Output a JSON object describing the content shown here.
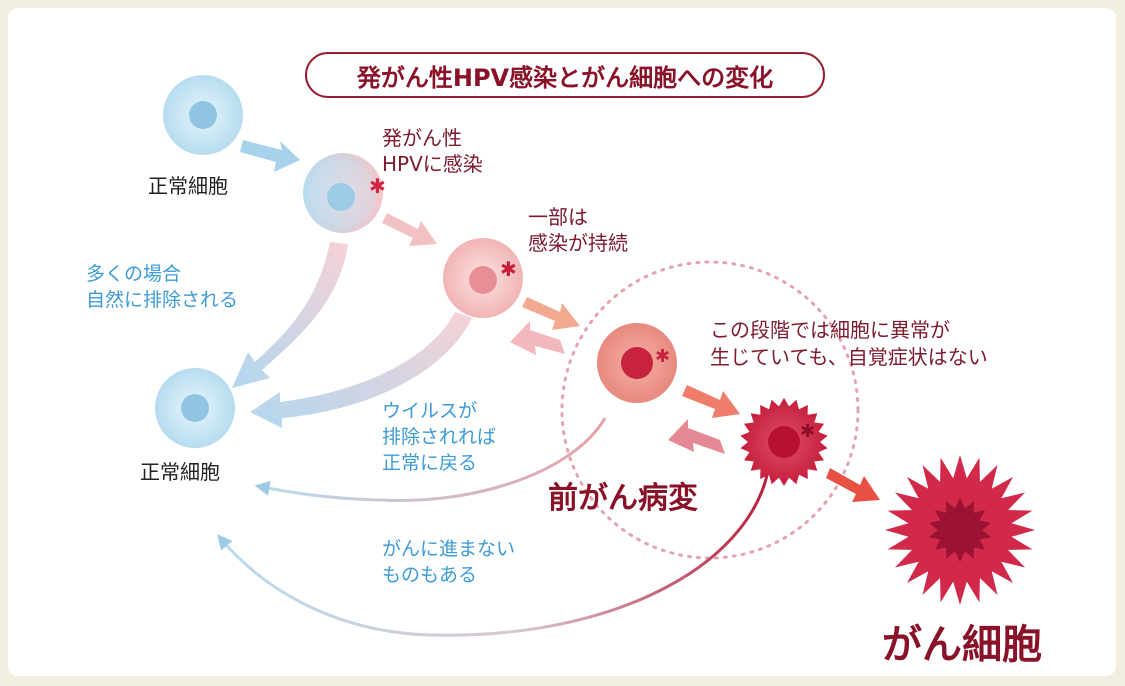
{
  "title": "発がん性HPV感染とがん細胞への変化",
  "labels": {
    "normal_top": "正常細胞",
    "normal_bottom": "正常細胞",
    "infected_line1": "発がん性",
    "infected_line2": "HPVに感染",
    "persist_line1": "一部は",
    "persist_line2": "感染が持続",
    "cleared_line1": "多くの場合",
    "cleared_line2": "自然に排除される",
    "virus_line1": "ウイルスが",
    "virus_line2": "排除されれば",
    "virus_line3": "正常に戻る",
    "noprogress_line1": "がんに進まない",
    "noprogress_line2": "ものもある",
    "stage_line1": "この段階では細胞に異常が",
    "stage_line2": "生じていても、自覚症状はない",
    "precancer": "前がん病変",
    "cancer": "がん細胞"
  },
  "colors": {
    "accent_red": "#8a1228",
    "blue_text": "#3d9bd6",
    "normal_cell": "#bfe0f2",
    "cancer_cell": "#c8203c"
  }
}
